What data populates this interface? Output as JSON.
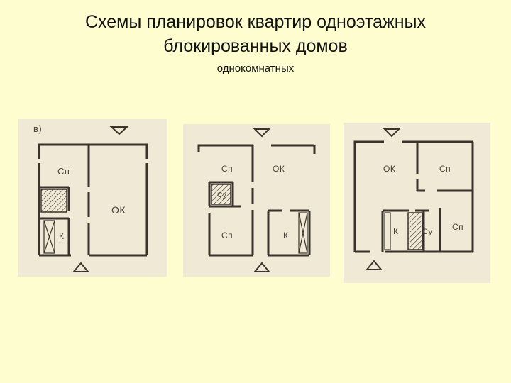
{
  "slide": {
    "title_line1": "Схемы планировок квартир одноэтажных",
    "title_line2": "блокированных домов",
    "subtitle": "однокомнатных"
  },
  "plans": [
    {
      "marker": "в)",
      "rooms": {
        "sp": "Сп",
        "ok": "ОК",
        "k": "К"
      }
    },
    {
      "rooms": {
        "sp_top": "Сп",
        "ok": "ОК",
        "su": "Су",
        "sp_bottom": "Сп",
        "k": "К"
      }
    },
    {
      "rooms": {
        "ok": "ОК",
        "sp_top": "Сп",
        "k": "К",
        "su": "Су",
        "sp_right": "Сп"
      }
    }
  ],
  "colors": {
    "background": "#fdfdd0",
    "plan_bg": "#efe9d6",
    "wall": "#3a332c"
  }
}
